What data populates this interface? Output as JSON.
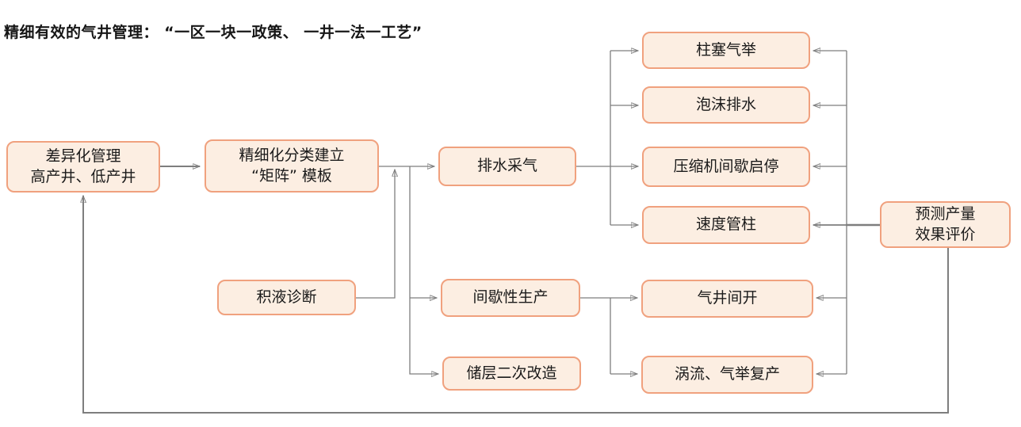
{
  "title": "精细有效的气井管理： “一区一块一政策、 一井一法一工艺”",
  "nodes": {
    "diff_management": {
      "line1": "差异化管理",
      "line2": "高产井、低产井"
    },
    "matrix_template": {
      "line1": "精细化分类建立",
      "line2": "“矩阵” 模板"
    },
    "drainage_gas": {
      "label": "排水采气"
    },
    "liquid_diagnosis": {
      "label": "积液诊断"
    },
    "intermittent_production": {
      "label": "间歇性生产"
    },
    "reservoir_restimulation": {
      "label": "储层二次改造"
    },
    "plunger_lift": {
      "label": "柱塞气举"
    },
    "foam_drainage": {
      "label": "泡沫排水"
    },
    "compressor_intermittent": {
      "label": "压缩机间歇启停"
    },
    "velocity_string": {
      "label": "速度管柱"
    },
    "well_intermittent_open": {
      "label": "气井间开"
    },
    "vortex_gas_lift": {
      "label": "涡流、气举复产"
    },
    "prediction_evaluation": {
      "line1": "预测产量",
      "line2": "效果评价"
    }
  },
  "colors": {
    "node_fill": "#FCEEE2",
    "node_border": "#F0A17E",
    "connector": "#7E7E7E",
    "text": "#1A1A1A",
    "background": "#FFFFFF"
  }
}
